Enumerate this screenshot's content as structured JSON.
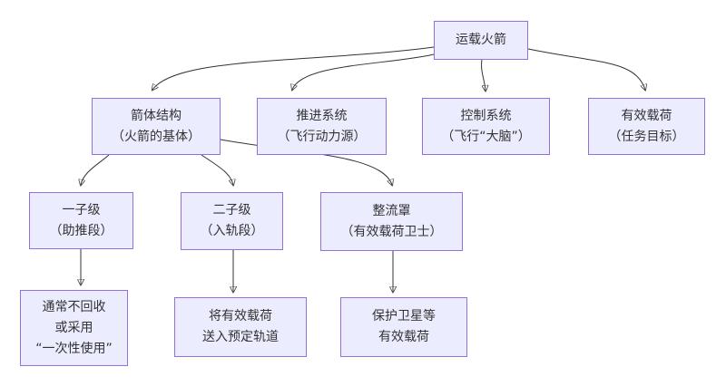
{
  "diagram": {
    "type": "flowchart",
    "orientation": "top-down",
    "colors": {
      "background": "#ffffff",
      "node_fill": "#ECECFF",
      "node_border": "#9370DB",
      "edge": "#333333",
      "text": "#333333"
    },
    "nodes": {
      "root": {
        "lines": [
          "运载火箭"
        ]
      },
      "structure": {
        "lines": [
          "箭体结构",
          "（火箭的基体）"
        ]
      },
      "propulsion": {
        "lines": [
          "推进系统",
          "（飞行动力源）"
        ]
      },
      "control": {
        "lines": [
          "控制系统",
          "（飞行“大脑”）"
        ]
      },
      "payload": {
        "lines": [
          "有效载荷",
          "（任务目标）"
        ]
      },
      "stage1": {
        "lines": [
          "一子级",
          "（助推段）"
        ]
      },
      "stage2": {
        "lines": [
          "二子级",
          "（入轨段）"
        ]
      },
      "fairing": {
        "lines": [
          "整流罩",
          "（有效载荷卫士）"
        ]
      },
      "stage1_note": {
        "lines": [
          "通常不回收",
          "或采用",
          "“一次性使用”"
        ]
      },
      "stage2_note": {
        "lines": [
          "将有效载荷",
          "送入预定轨道"
        ]
      },
      "fairing_note": {
        "lines": [
          "保护卫星等",
          "有效载荷"
        ]
      }
    },
    "edges": [
      {
        "from": "root",
        "to": "structure"
      },
      {
        "from": "root",
        "to": "propulsion"
      },
      {
        "from": "root",
        "to": "control"
      },
      {
        "from": "root",
        "to": "payload"
      },
      {
        "from": "structure",
        "to": "stage1"
      },
      {
        "from": "structure",
        "to": "stage2"
      },
      {
        "from": "structure",
        "to": "fairing"
      },
      {
        "from": "stage1",
        "to": "stage1_note"
      },
      {
        "from": "stage2",
        "to": "stage2_note"
      },
      {
        "from": "fairing",
        "to": "fairing_note"
      }
    ]
  }
}
